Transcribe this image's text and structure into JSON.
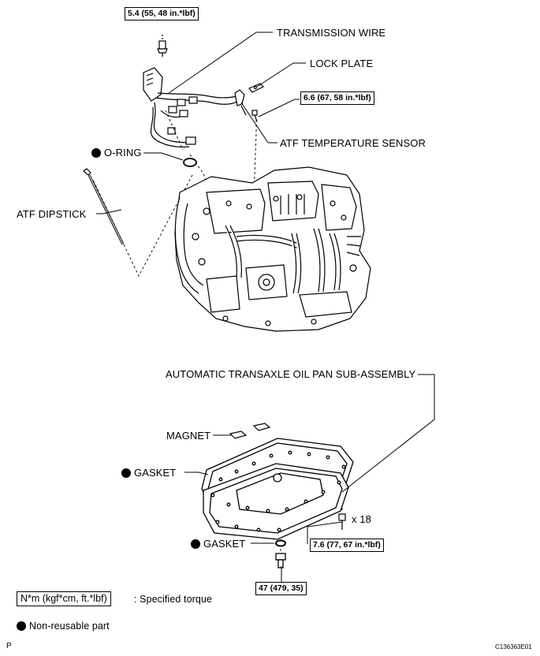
{
  "labels": {
    "transmission_wire": "TRANSMISSION WIRE",
    "lock_plate": "LOCK PLATE",
    "atf_temp_sensor": "ATF TEMPERATURE SENSOR",
    "o_ring": "O-RING",
    "atf_dipstick": "ATF DIPSTICK",
    "oil_pan": "AUTOMATIC TRANSAXLE OIL PAN SUB-ASSEMBLY",
    "magnet": "MAGNET",
    "gasket_pan": "GASKET",
    "gasket_plug": "GASKET",
    "bolt_count": "x 18"
  },
  "torques": {
    "wire_bolt": "5.4 (55, 48 in.*lbf)",
    "lock_plate_bolt": "6.6 (67, 58 in.*lbf)",
    "pan_bolt": "7.6 (77, 67 in.*lbf)",
    "drain_plug": "47 (479, 35)"
  },
  "legend": {
    "torque_units": "N*m (kgf*cm, ft.*lbf)",
    "torque_desc": ": Specified torque",
    "non_reusable": "Non-reusable part"
  },
  "footer": {
    "left_letter": "P",
    "figure_id": "C136363E01"
  }
}
